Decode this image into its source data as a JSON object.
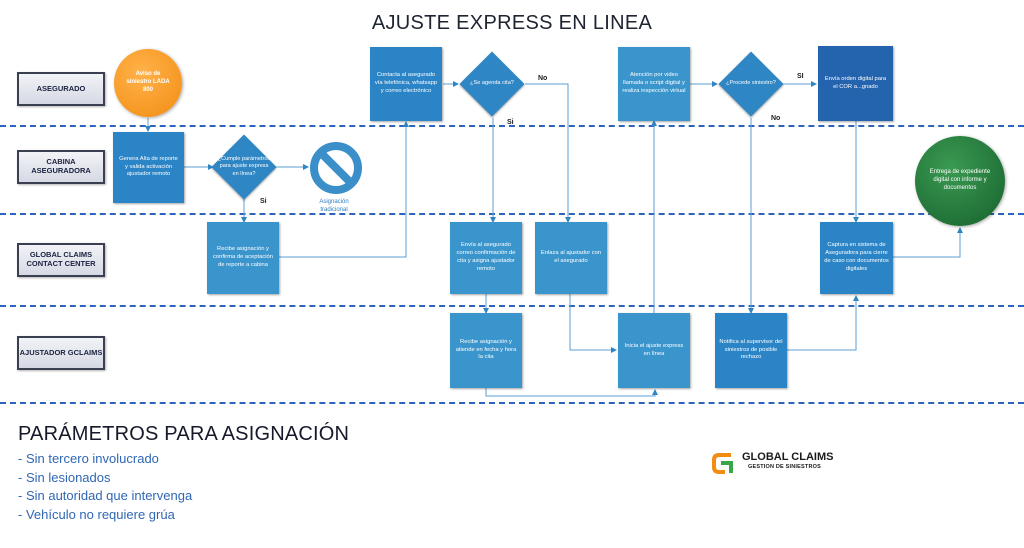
{
  "title": "AJUSTE EXPRESS EN LINEA",
  "lanes": {
    "asegurado": "ASEGURADO",
    "cabina": "CABINA ASEGURADORA",
    "contact": "GLOBAL CLAIMS CONTACT CENTER",
    "ajustador": "AJUSTADOR GCLAIMS"
  },
  "nodes": {
    "aviso": "Aviso de siniestro LADA 800",
    "contacta": "Contacta al asegurado vía telefónica, whatsapp y correo electrónico",
    "agenda_cita": "¿Se agenda cita?",
    "atencion_video": "Atención por video llamada o script digital y realiza inspección virtual",
    "procede": "¿Procede siniestro?",
    "envia_orden": "Envía orden digital para el COR a...gnado",
    "genera_alta": "Genera Alta de reporte y valida activación ajustador remoto",
    "cumple": "¿Cumple parámetros para ajuste express en línea?",
    "asignacion_trad": "Asignación tradicional",
    "entrega": "Entrega de expediente digital con informe y documentos",
    "recibe_asignacion_cc": "Recibe asignación y confirma de aceptación de reporte a cabina",
    "envia_correo": "Envía al asegurado correo confirmación de cita y asigna ajustador remoto",
    "enlaza": "Enlaza al ajustador con el asegurado",
    "captura": "Captura en sistema de Aseguradora para cierre de caso con documentos digitales",
    "recibe_atiende": "Recibe asignación y atiende en fecha y hora la cita",
    "inicia": "Inicia el ajuste express en línea",
    "notifica": "Notifica al supervisor del siniestros de posible rechazo"
  },
  "labels": {
    "no_agenda": "No",
    "si_agenda": "Si",
    "si_cumple": "Si",
    "si_procede": "SI",
    "no_procede": "No"
  },
  "params": {
    "title": "PARÁMETROS PARA ASIGNACIÓN",
    "items": [
      "- Sin tercero involucrado",
      "- Sin lesionados",
      "- Sin autoridad que intervenga",
      "- Vehículo no requiere grúa"
    ]
  },
  "logo": {
    "name": "GLOBAL CLAIMS",
    "sub": "GESTION DE SINIESTROS"
  },
  "colors": {
    "lane_separator": "#2d63b8",
    "box_blue": "#2a84c6",
    "box_dark": "#2463ae",
    "orange": "#f28c12",
    "green": "#17612c",
    "params_text": "#2f67b4"
  }
}
